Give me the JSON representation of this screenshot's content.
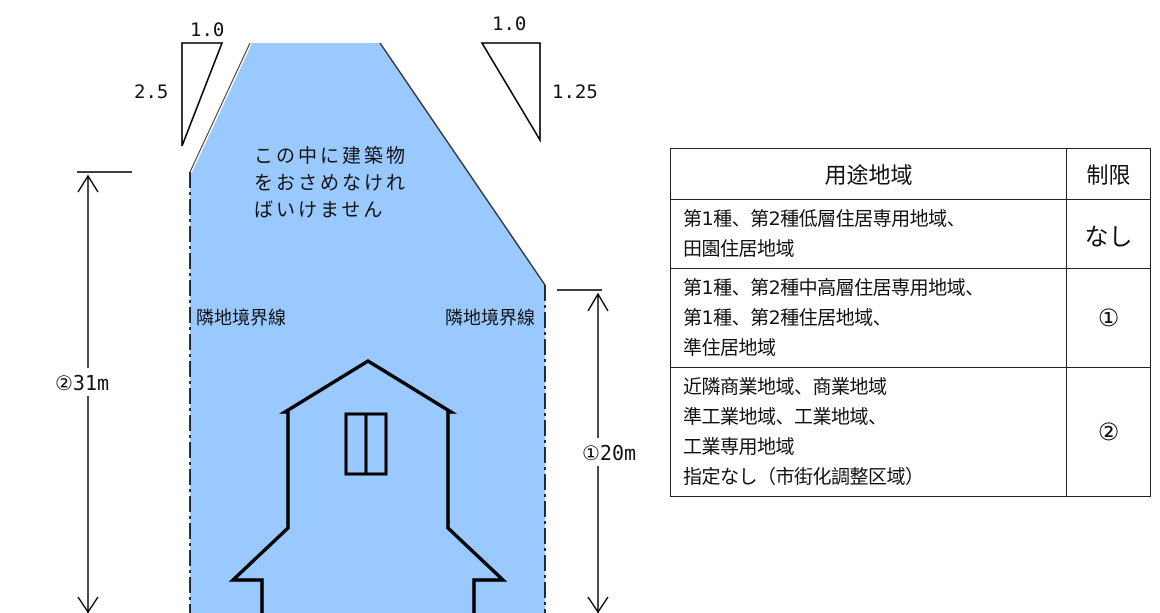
{
  "slopes": {
    "left": {
      "run": "1.0",
      "rise": "2.5"
    },
    "right": {
      "run": "1.0",
      "rise": "1.25"
    }
  },
  "envelope_text": [
    "この中に建築物",
    "をおさめなけれ",
    "ばいけません"
  ],
  "boundary_labels": {
    "left": "隣地境界線",
    "right": "隣地境界線"
  },
  "dimensions": {
    "left_height": "②31m",
    "right_height": "①20m"
  },
  "colors": {
    "envelope_fill": "#99c9ff",
    "outline": "#000000"
  },
  "table": {
    "headers": {
      "zone": "用途地域",
      "limit": "制限"
    },
    "rows": [
      {
        "zone_lines": [
          "第1種、第2種低層住居専用地域、",
          "田園住居地域"
        ],
        "limit": "なし"
      },
      {
        "zone_lines": [
          "第1種、第2種中高層住居専用地域、",
          "第1種、第2種住居地域、",
          "準住居地域"
        ],
        "limit": "①"
      },
      {
        "zone_lines": [
          "近隣商業地域、商業地域",
          "準工業地域、工業地域、",
          "工業専用地域",
          "指定なし（市街化調整区域）"
        ],
        "limit": "②"
      }
    ]
  }
}
